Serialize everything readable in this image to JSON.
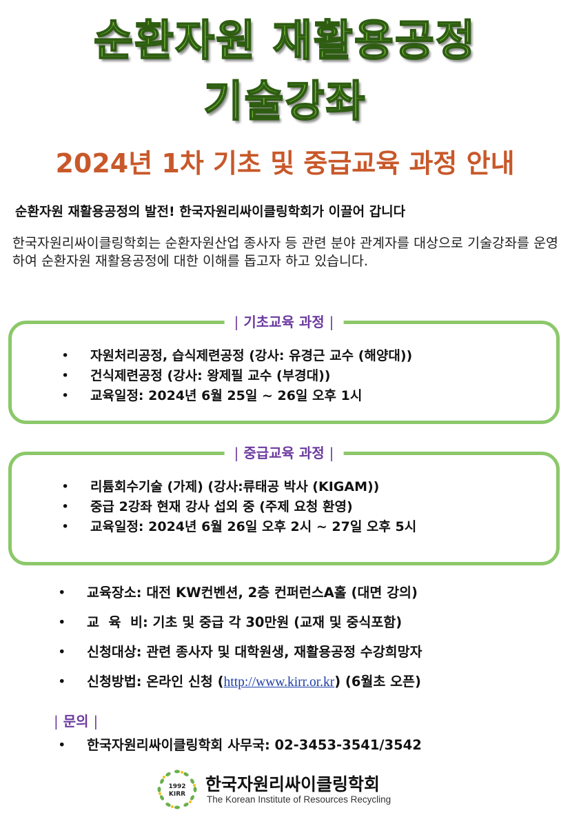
{
  "header": {
    "title_line1": "순환자원 재활용공정",
    "title_line2": "기술강좌",
    "subtitle": "2024년 1차 기초 및 중급교육 과정 안내"
  },
  "tagline": "순환자원 재활용공정의 발전! 한국자원리싸이클링학회가 이끌어 갑니다",
  "intro": "한국자원리싸이클링학회는 순환자원산업 종사자 등 관련 분야 관계자를 대상으로 기술강좌를 운영하여 순환자원 재활용공정에 대한 이해를 돕고자 하고 있습니다.",
  "basic": {
    "label": "기초교육 과정",
    "items": [
      "자원처리공정, 습식제련공정 (강사: 유경근 교수 (해양대))",
      "건식제련공정 (강사: 왕제필 교수 (부경대))",
      "교육일정: 2024년 6월 25일 ~ 26일 오후 1시"
    ]
  },
  "intermediate": {
    "label": "중급교육 과정",
    "items": [
      "리튬회수기술 (가제) (강사:류태공 박사 (KIGAM))",
      "중급 2강좌 현재 강사 섭외 중 (주제 요청 환영)",
      "교육일정: 2024년 6월 26일 오후 2시 ~ 27일 오후 5시"
    ]
  },
  "info": {
    "venue": "교육장소: 대전 KW컨벤션, 2층 컨퍼런스A홀 (대면 강의)",
    "fee": "교  육  비: 기초 및 중급 각 30만원 (교재 및 중식포함)",
    "target": "신청대상: 관련 종사자 및 대학원생, 재활용공정 수강희망자",
    "apply_prefix": "신청방법: 온라인 신청 (",
    "apply_link": "http://www.kirr.or.kr",
    "apply_suffix": ") (6월초 오픈)"
  },
  "contact": {
    "label": "문의",
    "office": "한국자원리싸이클링학회 사무국: 02-3453-3541/3542"
  },
  "logo": {
    "year": "1992",
    "abbr": "KIRR",
    "name_ko": "한국자원리싸이클링학회",
    "name_en": "The Korean Institute of Resources Recycling"
  },
  "colors": {
    "title_green": "#7fc343",
    "subtitle_orange": "#c8582a",
    "box_border": "#8cc86a",
    "label_purple": "#6b3aa0",
    "link_blue": "#1b3ea8"
  }
}
